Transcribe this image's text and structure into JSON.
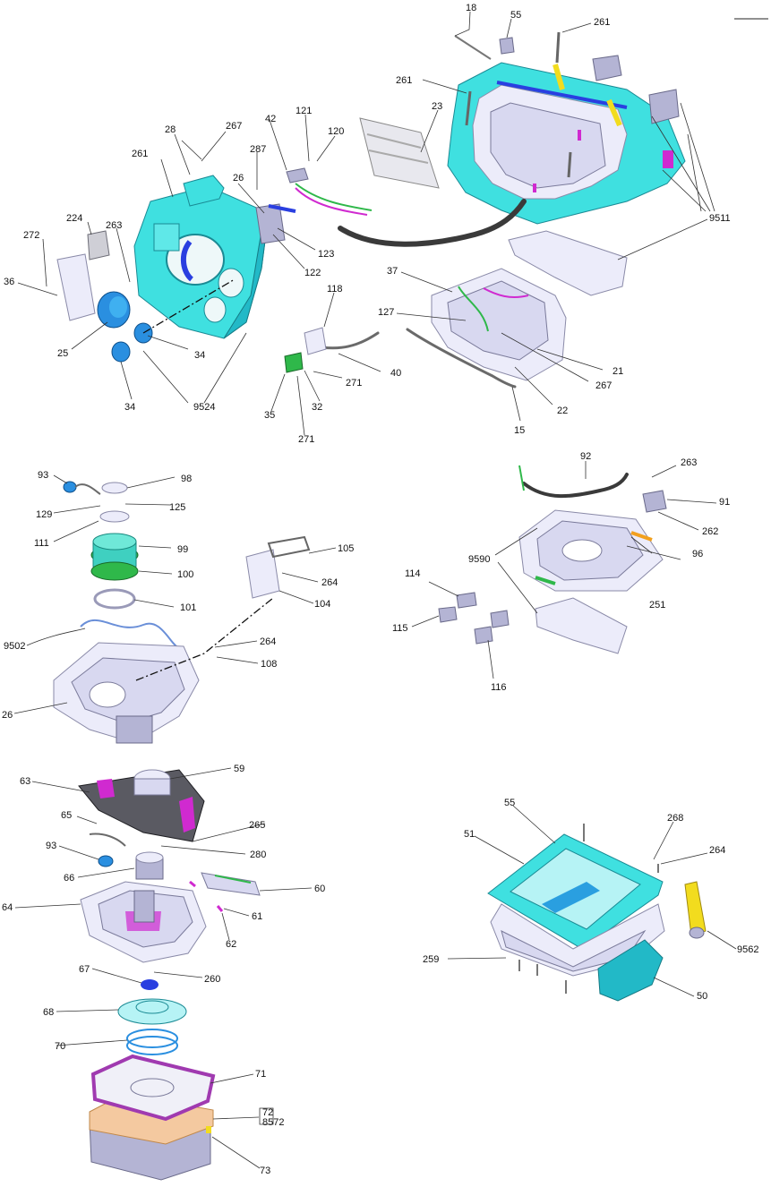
{
  "diagram": {
    "labels": {
      "l18": "18",
      "l55a": "55",
      "l261a": "261",
      "l261b": "261",
      "l23": "23",
      "l9511": "9511",
      "l42": "42",
      "l121": "121",
      "l120": "120",
      "l28": "28",
      "l267a": "267",
      "l287": "287",
      "l261c": "261",
      "l26a": "26",
      "l224": "224",
      "l263a": "263",
      "l272": "272",
      "l36": "36",
      "l123": "123",
      "l122": "122",
      "l25": "25",
      "l34a": "34",
      "l34b": "34",
      "l9524": "9524",
      "l118": "118",
      "l37": "37",
      "l127": "127",
      "l21": "21",
      "l267b": "267",
      "l22": "22",
      "l40": "40",
      "l271a": "271",
      "l32": "32",
      "l35": "35",
      "l271b": "271",
      "l15": "15",
      "l93a": "93",
      "l98": "98",
      "l129": "129",
      "l125": "125",
      "l111": "111",
      "l99": "99",
      "l100": "100",
      "l101": "101",
      "l105": "105",
      "l264a": "264",
      "l104": "104",
      "l9502": "9502",
      "l264b": "264",
      "l108": "108",
      "l26b": "26",
      "l92": "92",
      "l263b": "263",
      "l91": "91",
      "l262": "262",
      "l9590": "9590",
      "l96": "96",
      "l114": "114",
      "l251": "251",
      "l115": "115",
      "l116": "116",
      "l59": "59",
      "l63": "63",
      "l65": "65",
      "l265": "265",
      "l93b": "93",
      "l280": "280",
      "l66": "66",
      "l60": "60",
      "l64": "64",
      "l61": "61",
      "l62": "62",
      "l67": "67",
      "l260": "260",
      "l68": "68",
      "l70": "70",
      "l71": "71",
      "l72": "72",
      "l8572": "8572",
      "l73": "73",
      "l55b": "55",
      "l268": "268",
      "l51": "51",
      "l264c": "264",
      "l9562": "9562",
      "l259": "259",
      "l50": "50"
    }
  },
  "colors": {
    "cyan": "#3fe0e0",
    "lavender": "#d8d8f0",
    "magenta": "#d02ad0",
    "yellow": "#f2dc1e",
    "green": "#2fb84a",
    "blue": "#2a3fe0",
    "dark": "#3c3c44"
  }
}
